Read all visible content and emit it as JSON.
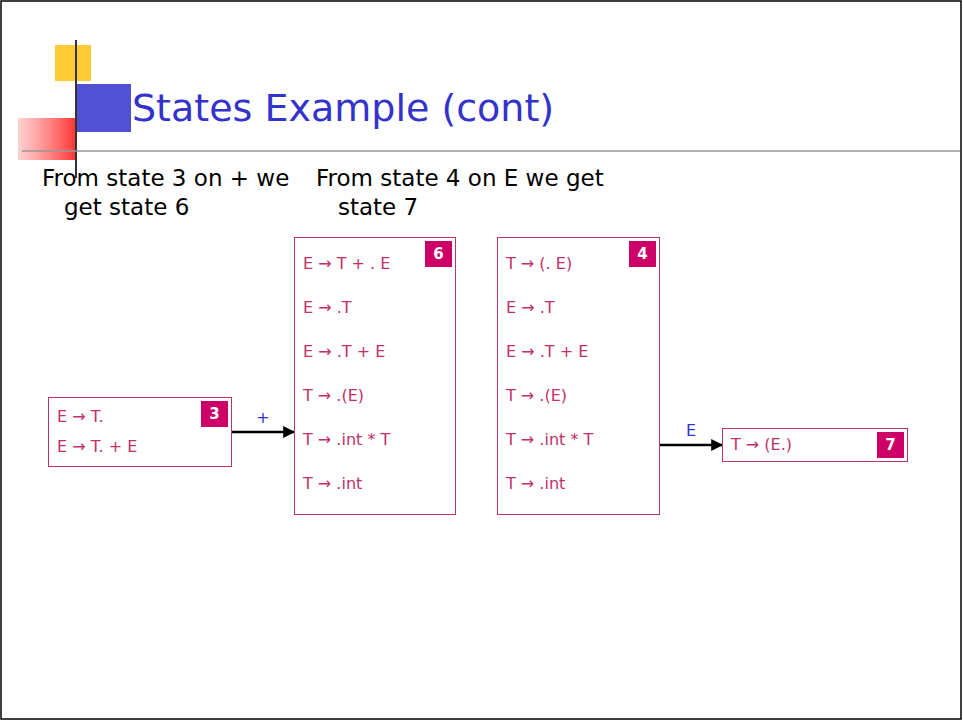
{
  "diagram": {
    "title": "States Example (cont)",
    "nodes": [
      {
        "text": [
          "E → T.",
          "E → T. + E",
          "3"
        ]
      },
      {
        "text": [
          "E → T + . E",
          "E → .T",
          "E → .T + E",
          "T → .(E)",
          "T → .int * T",
          "T → .int",
          "6"
        ]
      },
      {
        "text": [
          "T → (. E)",
          "E → .T",
          "E → .T + E",
          "T → .(E)",
          "T → .int * T",
          "T → .int",
          "4"
        ]
      },
      {
        "text": [
          "T → (E.)",
          "7"
        ]
      }
    ],
    "edges": [
      {
        "from": 0,
        "to": 1,
        "label": "+",
        "arrow": "to"
      },
      {
        "from": 2,
        "to": 3,
        "label": "E",
        "arrow": "to"
      }
    ],
    "labels": [
      "From state 3 on + we get state 6",
      "From state 4 on E we get state 7"
    ]
  }
}
